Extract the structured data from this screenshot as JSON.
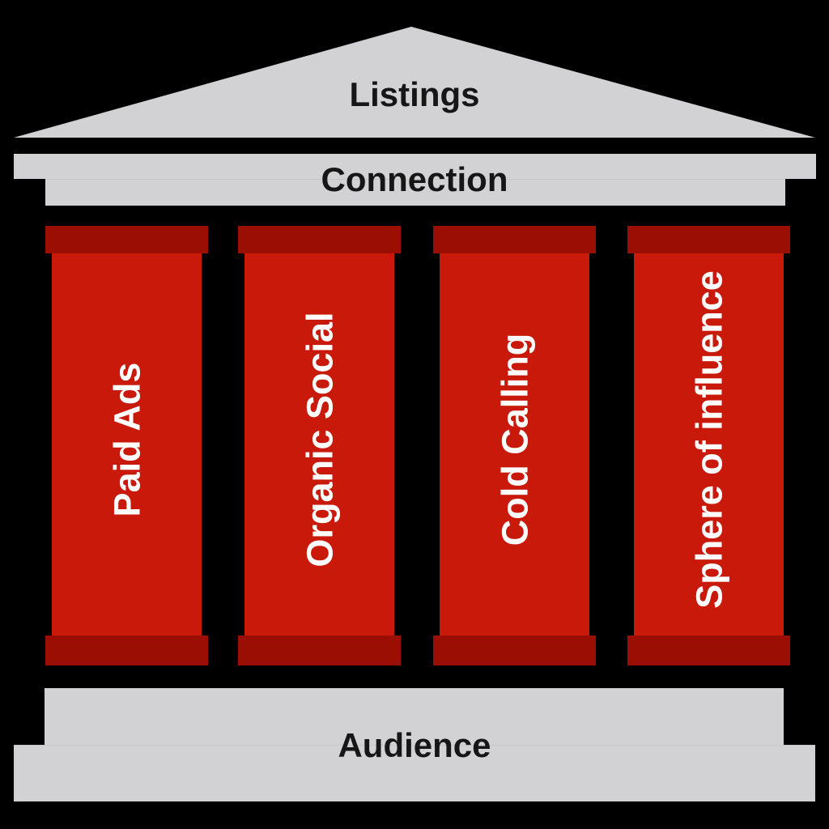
{
  "labels": {
    "roof": "Listings",
    "beam": "Connection",
    "base": "Audience"
  },
  "pillars": [
    {
      "label": "Paid Ads"
    },
    {
      "label": "Organic Social"
    },
    {
      "label": "Cold Calling"
    },
    {
      "label": "Sphere of influence"
    }
  ],
  "colors": {
    "background": "#000000",
    "stone": "#d2d2d4",
    "pillar_shaft": "#c8190a",
    "pillar_ends": "#9b0e04",
    "heading_text": "#161616",
    "pillar_text": "#ffffff"
  }
}
